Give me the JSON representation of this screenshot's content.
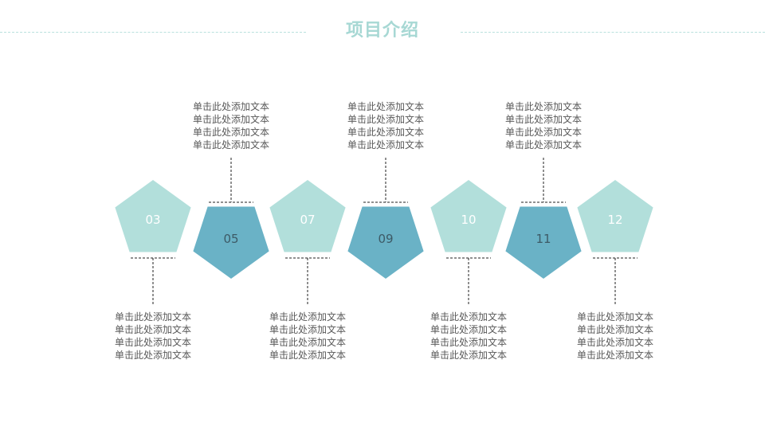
{
  "title": "项目介绍",
  "colors": {
    "light": "#b2dfdb",
    "dark": "#6ab2c6",
    "title": "#a7d8d4",
    "text": "#595959"
  },
  "steps": [
    {
      "num": "03",
      "style": "light",
      "text_position": "below",
      "lines": [
        "单击此处添加文本",
        "单击此处添加文本",
        "单击此处添加文本",
        "单击此处添加文本"
      ]
    },
    {
      "num": "05",
      "style": "dark",
      "text_position": "above",
      "lines": [
        "单击此处添加文本",
        "单击此处添加文本",
        "单击此处添加文本",
        "单击此处添加文本"
      ]
    },
    {
      "num": "07",
      "style": "light",
      "text_position": "below",
      "lines": [
        "单击此处添加文本",
        "单击此处添加文本",
        "单击此处添加文本",
        "单击此处添加文本"
      ]
    },
    {
      "num": "09",
      "style": "dark",
      "text_position": "above",
      "lines": [
        "单击此处添加文本",
        "单击此处添加文本",
        "单击此处添加文本",
        "单击此处添加文本"
      ]
    },
    {
      "num": "10",
      "style": "light",
      "text_position": "below",
      "lines": [
        "单击此处添加文本",
        "单击此处添加文本",
        "单击此处添加文本",
        "单击此处添加文本"
      ]
    },
    {
      "num": "11",
      "style": "dark",
      "text_position": "above",
      "lines": [
        "单击此处添加文本",
        "单击此处添加文本",
        "单击此处添加文本",
        "单击此处添加文本"
      ]
    },
    {
      "num": "12",
      "style": "light",
      "text_position": "below",
      "lines": [
        "单击此处添加文本",
        "单击此处添加文本",
        "单击此处添加文本",
        "单击此处添加文本"
      ]
    }
  ]
}
